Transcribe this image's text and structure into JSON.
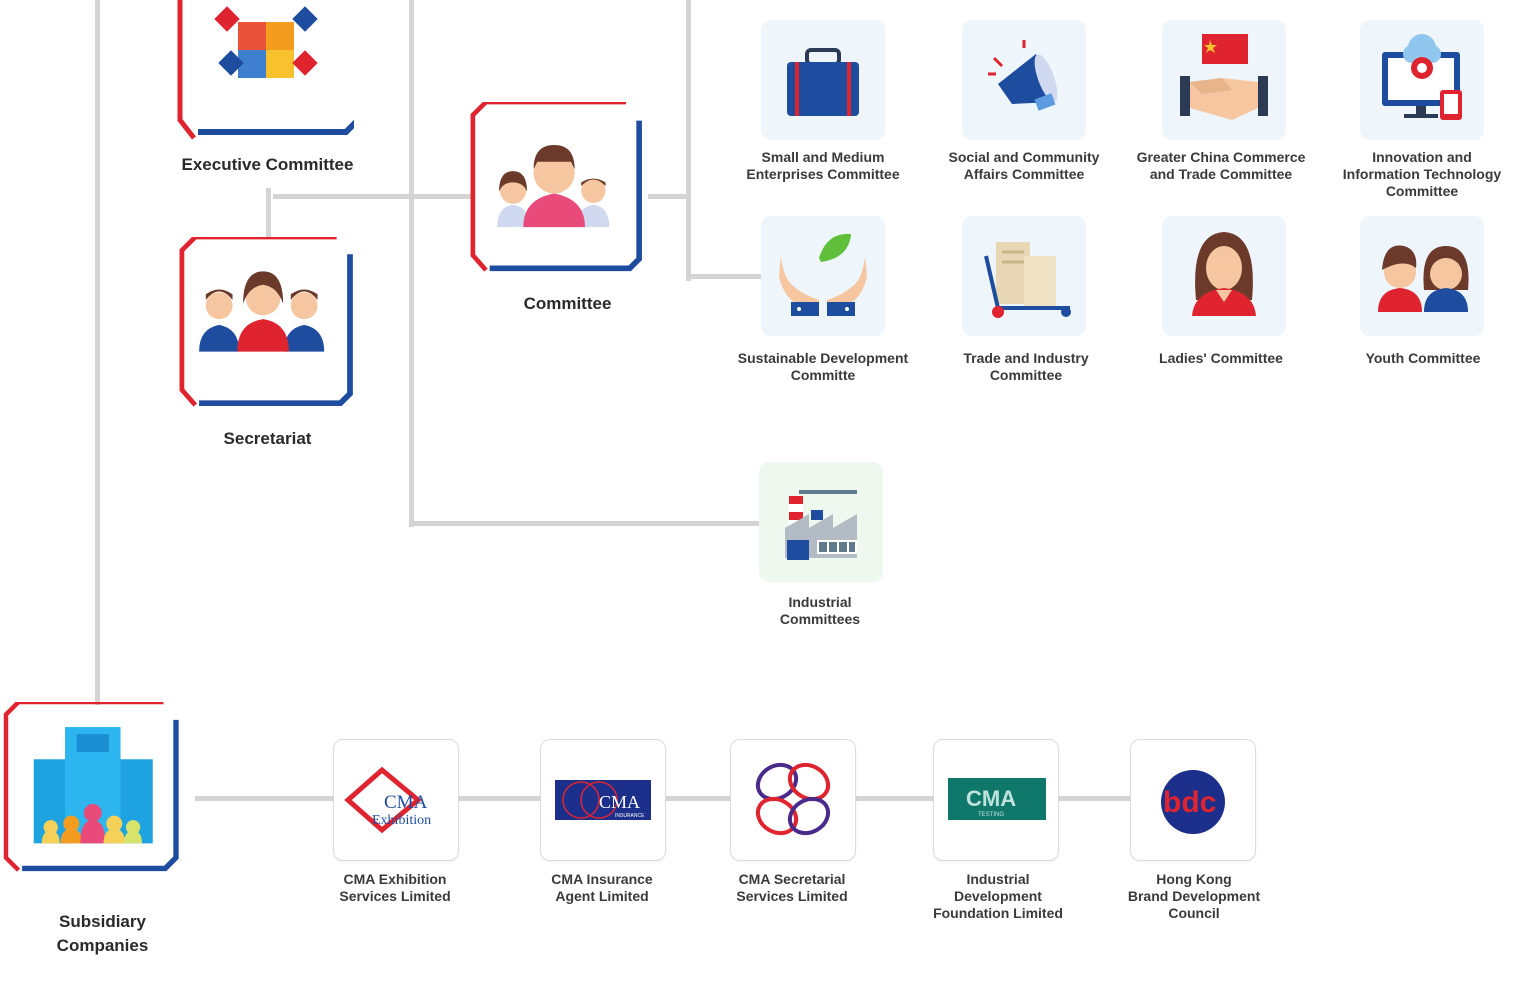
{
  "main_nodes": {
    "executive": "Executive Committee",
    "secretariat": "Secretariat",
    "committee": "Committee",
    "subsidiary": "Subsidiary\nCompanies"
  },
  "committees": [
    {
      "label": "Small and Medium\nEnterprises Committee",
      "icon": "briefcase-icon"
    },
    {
      "label": "Social and Community\nAffairs Committee",
      "icon": "megaphone-icon"
    },
    {
      "label": "Greater China Commerce\nand Trade Committee",
      "icon": "handshake-flag-icon"
    },
    {
      "label": "Innovation and\nInformation Technology\nCommittee",
      "icon": "computer-gear-icon"
    },
    {
      "label": "Sustainable Development\nCommitte",
      "icon": "hands-leaf-icon"
    },
    {
      "label": "Trade and Industry\nCommittee",
      "icon": "hand-truck-icon"
    },
    {
      "label": "Ladies' Committee",
      "icon": "woman-icon"
    },
    {
      "label": "Youth Committee",
      "icon": "youth-icon"
    }
  ],
  "industrial": {
    "label": "Industrial\nCommittees",
    "icon": "factory-icon"
  },
  "subsidiaries": [
    {
      "label": "CMA Exhibition\nServices Limited",
      "logo_text": [
        "CMA",
        "Exhibition"
      ]
    },
    {
      "label": "CMA Insurance\nAgent Limited",
      "logo_text": [
        "CMA",
        "INSURANCE"
      ]
    },
    {
      "label": "CMA Secretarial\nServices Limited",
      "logo_text": []
    },
    {
      "label": "Industrial\nDevelopment\nFoundation Limited",
      "logo_text": [
        "CMA",
        "TESTING"
      ]
    },
    {
      "label": "Hong Kong\nBrand Development\nCouncil",
      "logo_text": [
        "bdc"
      ]
    }
  ],
  "colors": {
    "red": "#e0242f",
    "blue": "#1e4c9e",
    "line": "#d4d4d4",
    "tile": "#eef5fb"
  }
}
